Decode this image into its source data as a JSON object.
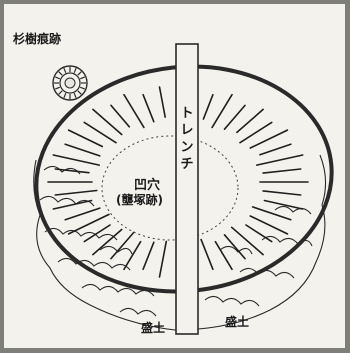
{
  "labels": {
    "tree_trace": "杉樹痕跡",
    "pit": "凹穴",
    "pit_sub": "(壟塚跡)",
    "trench": "トレンチ",
    "mound_left": "盛土",
    "mound_right": "盛土"
  },
  "colors": {
    "background": "#7f7f7a",
    "paper": "#f3f2ec",
    "ink": "#1b1b1b"
  },
  "icons": [
    "tree-stump-icon"
  ]
}
